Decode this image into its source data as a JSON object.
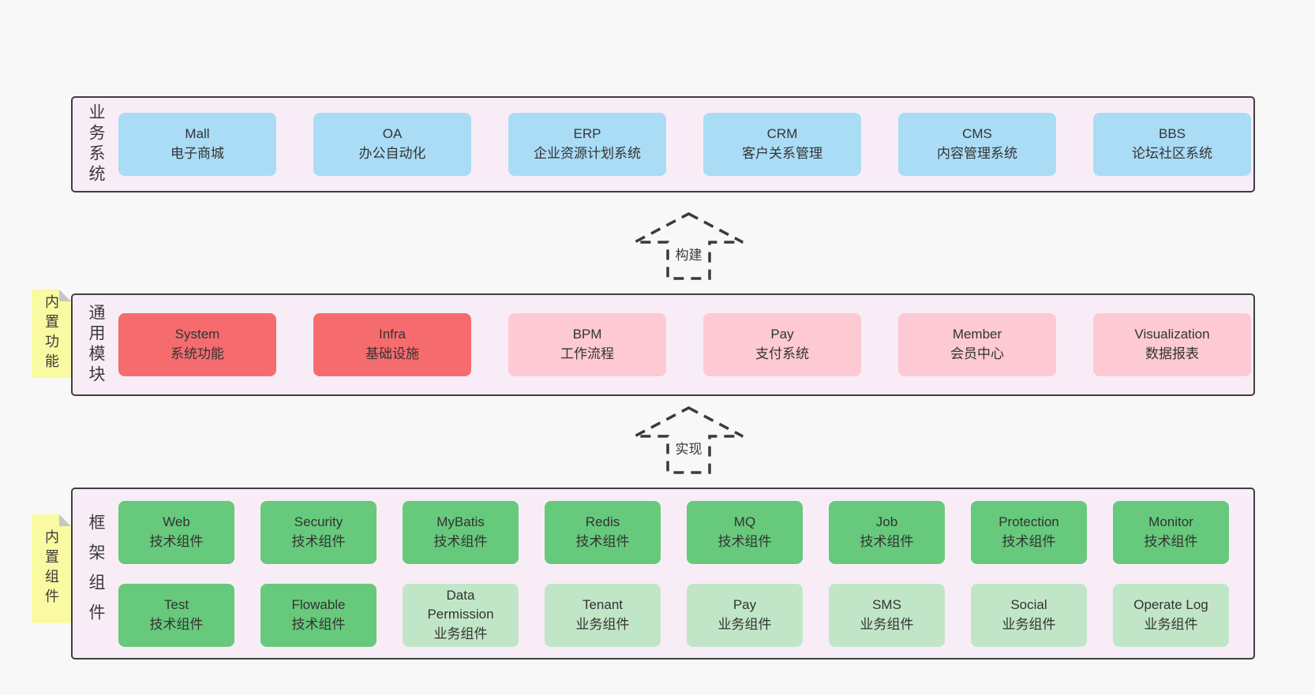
{
  "diagram": {
    "arrows": {
      "build": "构建",
      "implement": "实现"
    },
    "layers": {
      "business": {
        "label": "业务系统",
        "boxes": [
          {
            "title": "Mall",
            "subtitle": "电子商城",
            "variant": "blue"
          },
          {
            "title": "OA",
            "subtitle": "办公自动化",
            "variant": "blue"
          },
          {
            "title": "ERP",
            "subtitle": "企业资源计划系统",
            "variant": "blue"
          },
          {
            "title": "CRM",
            "subtitle": "客户关系管理",
            "variant": "blue"
          },
          {
            "title": "CMS",
            "subtitle": "内容管理系统",
            "variant": "blue"
          },
          {
            "title": "BBS",
            "subtitle": "论坛社区系统",
            "variant": "blue"
          }
        ]
      },
      "modules": {
        "label": "通用模块",
        "note": "内置功能",
        "boxes": [
          {
            "title": "System",
            "subtitle": "系统功能",
            "variant": "red"
          },
          {
            "title": "Infra",
            "subtitle": "基础设施",
            "variant": "red"
          },
          {
            "title": "BPM",
            "subtitle": "工作流程",
            "variant": "pink"
          },
          {
            "title": "Pay",
            "subtitle": "支付系统",
            "variant": "pink"
          },
          {
            "title": "Member",
            "subtitle": "会员中心",
            "variant": "pink"
          },
          {
            "title": "Visualization",
            "subtitle": "数据报表",
            "variant": "pink"
          }
        ]
      },
      "framework": {
        "label": "框架组件",
        "note": "内置组件",
        "row1": [
          {
            "title": "Web",
            "subtitle": "技术组件",
            "variant": "green"
          },
          {
            "title": "Security",
            "subtitle": "技术组件",
            "variant": "green"
          },
          {
            "title": "MyBatis",
            "subtitle": "技术组件",
            "variant": "green"
          },
          {
            "title": "Redis",
            "subtitle": "技术组件",
            "variant": "green"
          },
          {
            "title": "MQ",
            "subtitle": "技术组件",
            "variant": "green"
          },
          {
            "title": "Job",
            "subtitle": "技术组件",
            "variant": "green"
          },
          {
            "title": "Protection",
            "subtitle": "技术组件",
            "variant": "green"
          },
          {
            "title": "Monitor",
            "subtitle": "技术组件",
            "variant": "green"
          }
        ],
        "row2": [
          {
            "title": "Test",
            "subtitle": "技术组件",
            "variant": "green"
          },
          {
            "title": "Flowable",
            "subtitle": "技术组件",
            "variant": "green"
          },
          {
            "title": "Data Permission",
            "subtitle": "业务组件",
            "variant": "lightgreen"
          },
          {
            "title": "Tenant",
            "subtitle": "业务组件",
            "variant": "lightgreen"
          },
          {
            "title": "Pay",
            "subtitle": "业务组件",
            "variant": "lightgreen"
          },
          {
            "title": "SMS",
            "subtitle": "业务组件",
            "variant": "lightgreen"
          },
          {
            "title": "Social",
            "subtitle": "业务组件",
            "variant": "lightgreen"
          },
          {
            "title": "Operate Log",
            "subtitle": "业务组件",
            "variant": "lightgreen"
          }
        ]
      }
    }
  },
  "colors": {
    "page_bg": "#f8f8f8",
    "container_bg": "#f8edf7",
    "border": "#3f3f3f",
    "blue": "#aadcf6",
    "red": "#f66c6e",
    "pink": "#fdc9d3",
    "green": "#67c97b",
    "light_green": "#c1e6c7",
    "note_bg": "#fafaa2",
    "fold_gray": "#c6c6c6",
    "text": "#333333",
    "arrow_stroke": "#3a3a3a"
  }
}
